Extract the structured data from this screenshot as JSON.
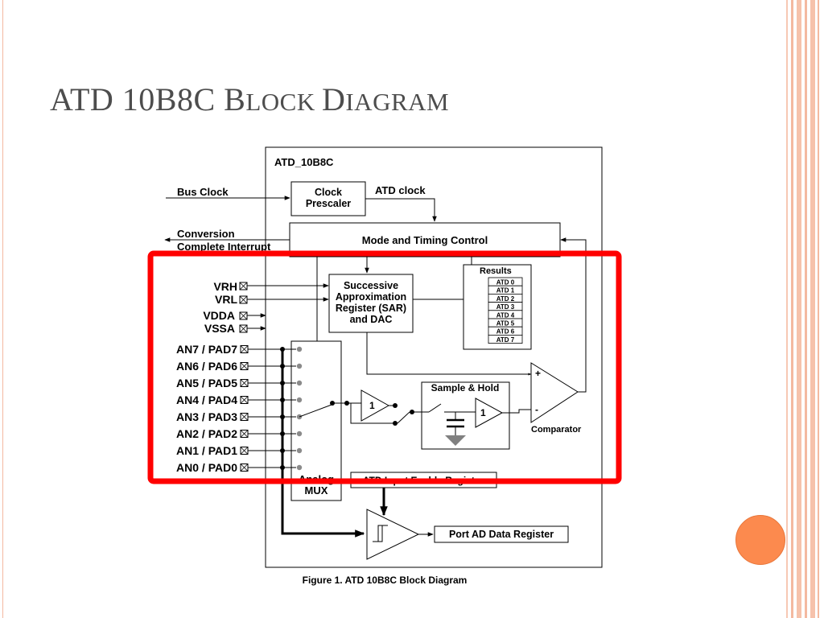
{
  "slide": {
    "title_parts": [
      "ATD 10B8C ",
      "B",
      "LOCK ",
      "D",
      "IAGRAM"
    ]
  },
  "diagram": {
    "block_label": "ATD_10B8C",
    "bus_clock": "Bus Clock",
    "clock_prescaler": [
      "Clock",
      "Prescaler"
    ],
    "atd_clock": "ATD clock",
    "conversion_interrupt": [
      "Conversion",
      "Complete Interrupt"
    ],
    "mode_timing": "Mode and Timing Control",
    "sar": [
      "Successive",
      "Approximation",
      "Register (SAR)",
      "and DAC"
    ],
    "results_title": "Results",
    "results": [
      "ATD 0",
      "ATD 1",
      "ATD 2",
      "ATD 3",
      "ATD 4",
      "ATD 5",
      "ATD 6",
      "ATD 7"
    ],
    "ref_pins": [
      "VRH",
      "VRL",
      "VDDA",
      "VSSA"
    ],
    "an_pins": [
      "AN7 / PAD7",
      "AN6 / PAD6",
      "AN5 / PAD5",
      "AN4 / PAD4",
      "AN3 / PAD3",
      "AN2 / PAD2",
      "AN1 / PAD1",
      "AN0 / PAD0"
    ],
    "buffer_gain": "1",
    "sample_hold": "Sample & Hold",
    "comparator": "Comparator",
    "comp_plus": "+",
    "comp_minus": "-",
    "mux": [
      "Analog",
      "MUX"
    ],
    "input_enable": "ATD Input Enable Register",
    "port_ad": "Port AD Data Register",
    "caption": "Figure 1. ATD 10B8C Block Diagram"
  },
  "colors": {
    "highlight": "#ff0000",
    "accent": "#fc8a4e",
    "frame": "#f4b9a0",
    "title": "#4d4d4d"
  }
}
